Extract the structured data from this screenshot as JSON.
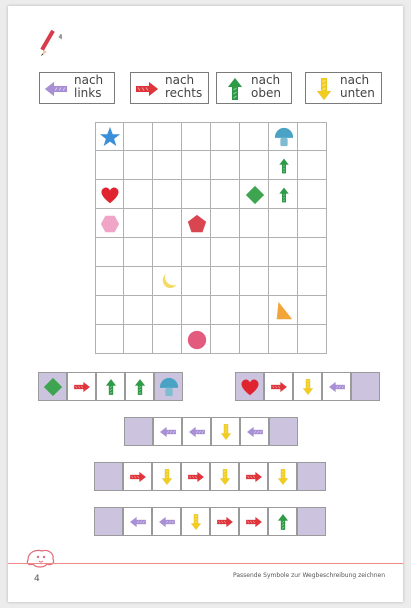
{
  "legend": [
    {
      "text": "nach links",
      "direction": "left",
      "color": "#a98fd6"
    },
    {
      "text": "nach rechts",
      "direction": "right",
      "color": "#e0343b"
    },
    {
      "text": "nach oben",
      "direction": "up",
      "color": "#2e9b47"
    },
    {
      "text": "nach unten",
      "direction": "down",
      "color": "#f2cd1f"
    }
  ],
  "grid": {
    "rows": 8,
    "cols": 8,
    "items": [
      {
        "type": "star",
        "row": 0,
        "col": 0,
        "color": "#3a8fd8"
      },
      {
        "type": "mushroom",
        "row": 0,
        "col": 6,
        "color": "#4aa3c4"
      },
      {
        "type": "arrow-up",
        "row": 1,
        "col": 6,
        "color": "#2e9b47"
      },
      {
        "type": "arrow-up",
        "row": 2,
        "col": 6,
        "color": "#2e9b47"
      },
      {
        "type": "heart",
        "row": 2,
        "col": 0,
        "color": "#e0242f"
      },
      {
        "type": "diamond",
        "row": 2,
        "col": 5,
        "color": "#3da54f"
      },
      {
        "type": "hexagon",
        "row": 3,
        "col": 0,
        "color": "#f0a4c8"
      },
      {
        "type": "pentagon",
        "row": 3,
        "col": 3,
        "color": "#d9464f"
      },
      {
        "type": "moon",
        "row": 5,
        "col": 2,
        "color": "#f5da63"
      },
      {
        "type": "triangle",
        "row": 6,
        "col": 6,
        "color": "#f2a63a"
      },
      {
        "type": "circle",
        "row": 7,
        "col": 3,
        "color": "#e25a7e"
      }
    ]
  },
  "strips": [
    {
      "cells": [
        "diamond",
        "right",
        "up",
        "up",
        "mushroom"
      ]
    },
    {
      "cells": [
        "heart",
        "right",
        "down",
        "left",
        "empty"
      ]
    },
    {
      "cells": [
        "empty",
        "left",
        "left",
        "down",
        "left",
        "empty"
      ]
    },
    {
      "cells": [
        "empty",
        "right",
        "down",
        "right",
        "down",
        "right",
        "down",
        "empty"
      ]
    },
    {
      "cells": [
        "empty",
        "left",
        "left",
        "down",
        "right",
        "right",
        "up",
        "empty"
      ]
    }
  ],
  "icons": {
    "pencil": "pencil-icon",
    "mascot": "ghost-mascot-icon"
  },
  "footer": {
    "page_number": "4",
    "caption": "Passende Symbole zur Wegbeschreibung zeichnen"
  }
}
